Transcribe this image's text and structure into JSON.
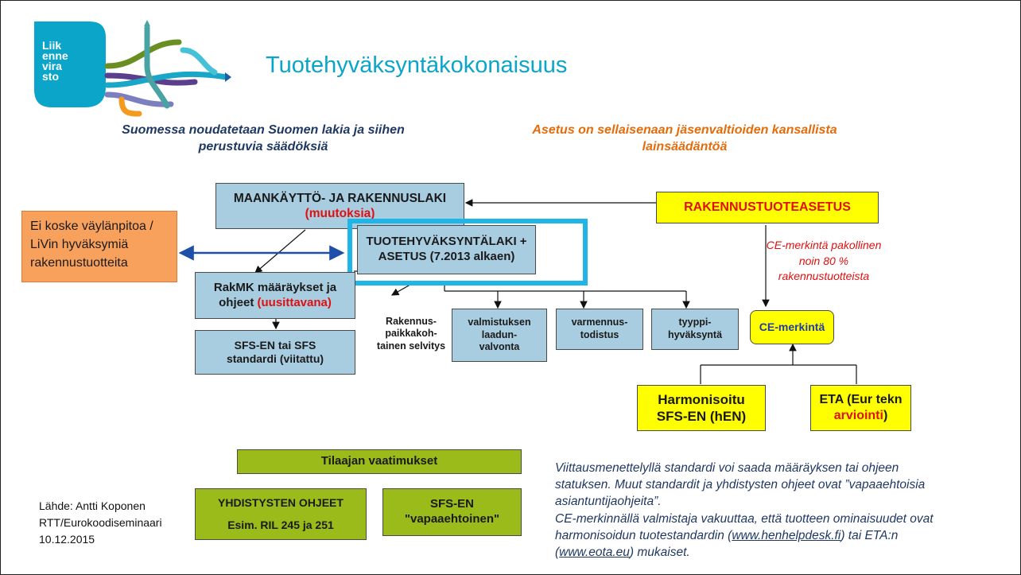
{
  "title": "Tuotehyväksyntäkokonaisuus",
  "logo": {
    "lines": [
      "Liik",
      "enne",
      "vira",
      "sto"
    ],
    "brand_color": "#0aa5c9"
  },
  "headings": {
    "left": "Suomessa noudatetaan Suomen lakia ja siihen perustuvia säädöksiä",
    "right": "Asetus on sellaisenaan jäsenvaltioiden kansallista lainsäädäntöä"
  },
  "boxes": {
    "mrl": {
      "line1": "MAANKÄYTTÖ- JA RAKENNUSLAKI",
      "line2": "(muutoksia)"
    },
    "rta": "RAKENNUSTUOTEASETUS",
    "thl": {
      "line1": "TUOTEHYVÄKSYNTÄLAKI +",
      "line2": "ASETUS (7.2013 alkaen)"
    },
    "rakmk": {
      "line1": "RakMK määräykset ja",
      "line2": "ohjeet",
      "line2_red": "(uusittavana)"
    },
    "sfs": {
      "line1": "SFS-EN tai SFS",
      "line2": "standardi (viitattu)"
    },
    "rakennuspaikka": [
      "Rakennus-",
      "paikkakoh-",
      "tainen selvitys"
    ],
    "valmistuksen": [
      "valmistuksen",
      "laadun-",
      "valvonta"
    ],
    "varmennus": [
      "varmennus-",
      "todistus"
    ],
    "tyyppi": [
      "tyyppi-",
      "hyväksyntä"
    ],
    "ce": "CE-merkintä",
    "hen": [
      "Harmonisoitu",
      "SFS-EN (hEN)"
    ],
    "eta": {
      "line1": "ETA (Eur tekn",
      "line2": "arviointi",
      "line2_tail": ")"
    },
    "tilaajan": "Tilaajan vaatimukset",
    "yhdistysten": [
      "YHDISTYSTEN OHJEET",
      "Esim. RIL 245 ja 251"
    ],
    "sfs_vapaa": [
      "SFS-EN",
      "\"vapaaehtoinen\""
    ]
  },
  "ce_required": "CE-merkintä pakollinen noin 80 % rakennustuotteista",
  "callout": "Ei koske väylänpitoa / LiVin hyväksymiä rakennustuotteita",
  "source": [
    "Lähde: Antti Koponen",
    "RTT/Eurokoodiseminaari",
    "10.12.2015"
  ],
  "reference_text": "Viittausmenettelyllä standardi voi saada määräyksen tai ohjeen statuksen. Muut standardit ja yhdistysten ohjeet ovat ”vapaaehtoisia asiantuntijaohjeita”.",
  "ce_text": {
    "part1": "CE-merkinnällä valmistaja vakuuttaa, että tuotteen ominaisuudet ovat harmonisoidun tuotestandardin (",
    "link1": "www.henhelpdesk.fi",
    "part2": ") tai ETA:n (",
    "link2": "www.eota.eu",
    "part3": ") mukaiset."
  },
  "colors": {
    "box_blue": "#a9cde0",
    "box_yellow": "#ffff00",
    "box_olive": "#9bbb1a",
    "highlight": "#1fb5e6",
    "callout": "#f8a15d",
    "arrow": "#1f4fa8"
  }
}
